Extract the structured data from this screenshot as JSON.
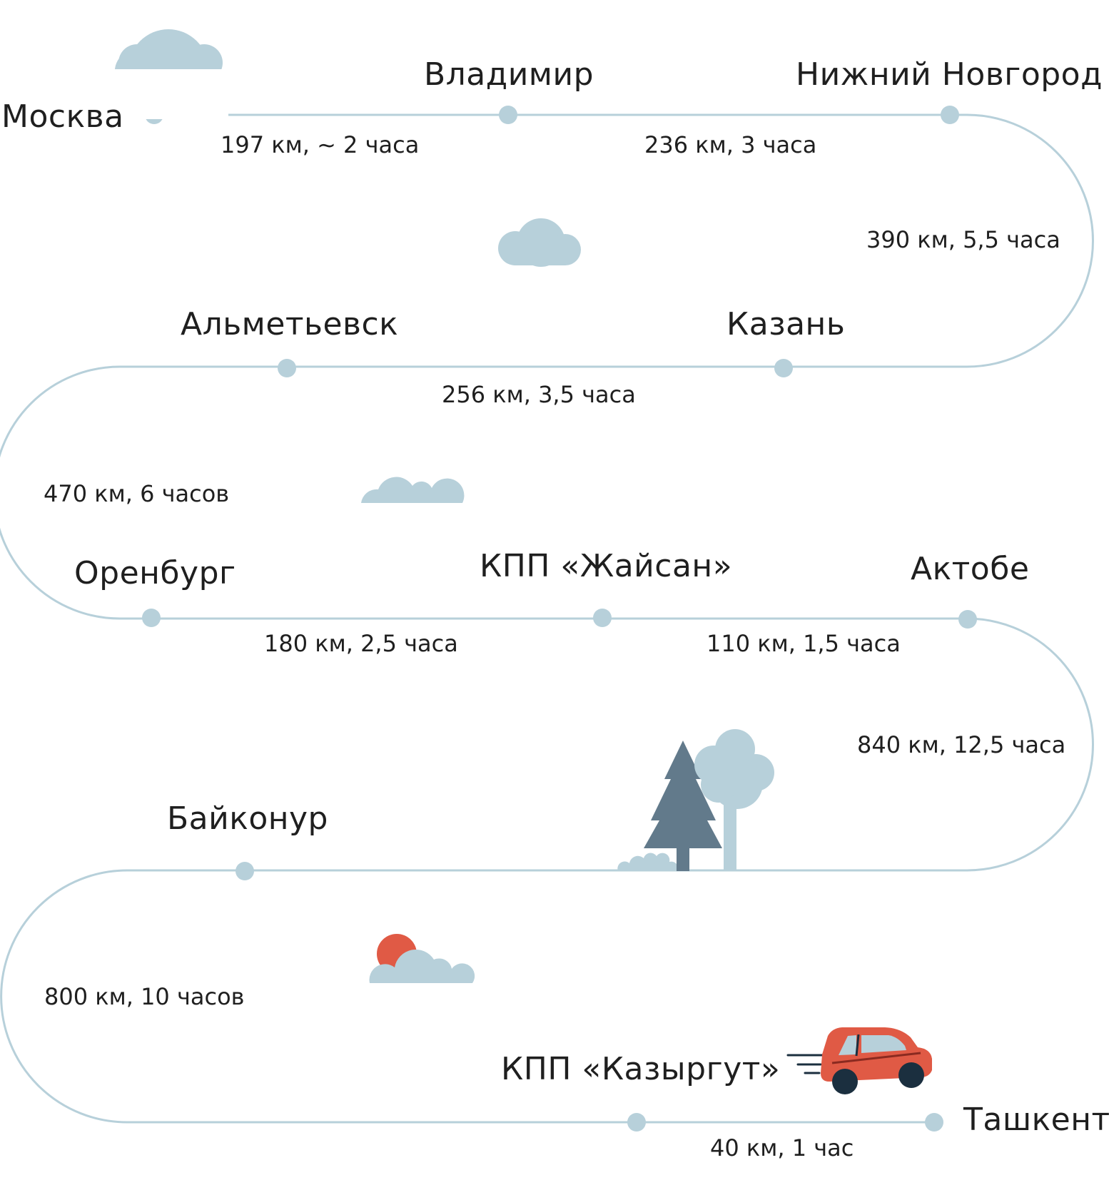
{
  "colors": {
    "route": "#b7d0da",
    "dot": "#b7d0da",
    "cloud": "#b7d0da",
    "spruce": "#627a8b",
    "tree": "#b7d0da",
    "sun": "#e05a45",
    "car_body": "#e05a45",
    "car_window": "#b7d0da",
    "wheel": "#1b2f3f",
    "text": "#1f1f1f"
  },
  "stops": [
    {
      "name": "Москва"
    },
    {
      "name": "Владимир"
    },
    {
      "name": "Нижний Новгород"
    },
    {
      "name": "Казань"
    },
    {
      "name": "Альметьевск"
    },
    {
      "name": "Оренбург"
    },
    {
      "name": "КПП «Жайсан»"
    },
    {
      "name": "Актобе"
    },
    {
      "name": "Байконур"
    },
    {
      "name": "КПП «Казыргут»"
    },
    {
      "name": "Ташкент"
    }
  ],
  "legs": [
    {
      "label": "197 км, ~ 2 часа"
    },
    {
      "label": "236 км, 3 часа"
    },
    {
      "label": "390 км, 5,5 часа"
    },
    {
      "label": "256 км, 3,5 часа"
    },
    {
      "label": "470 км, 6 часов"
    },
    {
      "label": "180 км, 2,5 часа"
    },
    {
      "label": "110 км, 1,5 часа"
    },
    {
      "label": "840 км, 12,5 часа"
    },
    {
      "label": "800 км, 10 часов"
    },
    {
      "label": "40 км, 1 час"
    }
  ],
  "icons": [
    "cloud-icon",
    "sun-icon",
    "spruce-icon",
    "tree-icon",
    "bush-icon",
    "car-icon"
  ]
}
